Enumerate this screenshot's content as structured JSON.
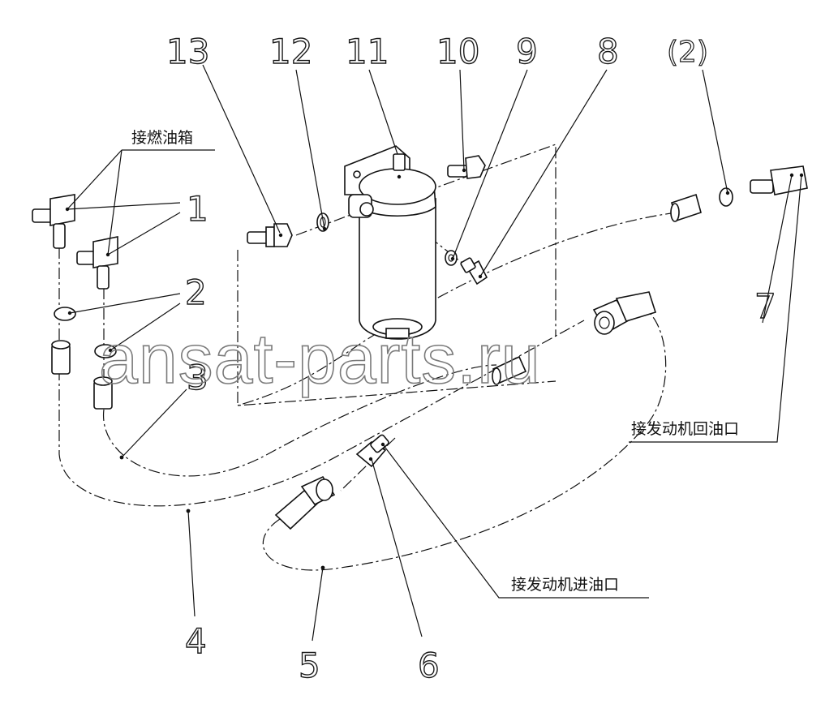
{
  "callouts": {
    "c13": "13",
    "c12": "12",
    "c11": "11",
    "c10": "10",
    "c9": "9",
    "c8": "8",
    "c2p": "(2)",
    "c1": "1",
    "c2": "2",
    "c3": "3",
    "c4": "4",
    "c5": "5",
    "c6": "6",
    "c7": "7"
  },
  "labels": {
    "fuel_tank": "接燃油箱",
    "engine_return": "接发动机回油口",
    "engine_inlet": "接发动机进油口"
  },
  "watermark": "ansat-parts.ru"
}
